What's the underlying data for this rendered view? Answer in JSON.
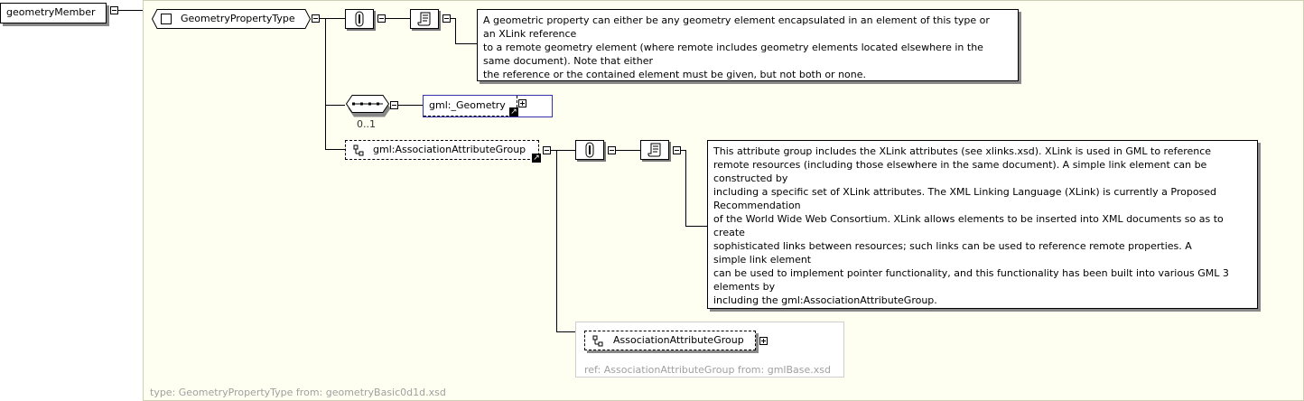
{
  "root_element": {
    "label": "geometryMember"
  },
  "type_panel": {
    "type_name": "GeometryPropertyType",
    "footer": "type: GeometryPropertyType from: geometryBasic0d1d.xsd"
  },
  "annotation_1": {
    "text": "A geometric property can either be any geometry element encapsulated in an element of this type or\nan XLink reference\nto a remote geometry element (where remote includes geometry elements located elsewhere in the\nsame document). Note that either\nthe reference or the contained element must be given, but not both or none."
  },
  "sequence": {
    "occurrence": "0..1"
  },
  "geometry_ref": {
    "label": "gml:_Geometry"
  },
  "attribute_group": {
    "label": "gml:AssociationAttributeGroup"
  },
  "annotation_2": {
    "text": "This attribute group includes the XLink attributes (see xlinks.xsd). XLink is used in GML to reference\nremote resources (including those elsewhere in the same document). A simple link element can be\nconstructed by\nincluding a specific set of XLink attributes. The XML Linking Language (XLink) is currently a Proposed\nRecommendation\nof the World Wide Web Consortium. XLink allows elements to be inserted into XML documents so as to\ncreate\nsophisticated links between resources; such links can be used to reference remote properties. A\nsimple link element\ncan be used to implement pointer functionality, and this functionality has been built into various GML 3\nelements by\nincluding the gml:AssociationAttributeGroup."
  },
  "ref_group": {
    "label": "AssociationAttributeGroup",
    "footer": "ref: AssociationAttributeGroup from: gmlBase.xsd"
  }
}
